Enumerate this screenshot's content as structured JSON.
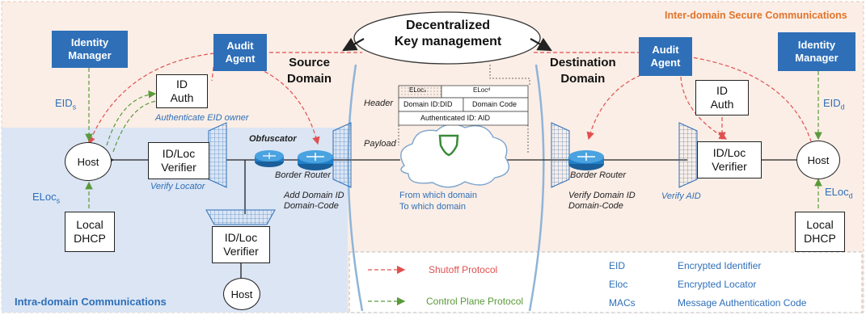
{
  "title_inter": "Inter-domain Secure Communications",
  "title_intra": "Intra-domain Communications",
  "key_mgmt": {
    "line1": "Decentralized",
    "line2": "Key management"
  },
  "source_domain": {
    "line1": "Source",
    "line2": "Domain"
  },
  "dest_domain": {
    "line1": "Destination",
    "line2": "Domain"
  },
  "identity_manager": {
    "line1": "Identity",
    "line2": "Manager"
  },
  "audit_agent": {
    "line1": "Audit",
    "line2": "Agent"
  },
  "id_auth": {
    "line1": "ID",
    "line2": "Auth"
  },
  "verifier": {
    "line1": "ID/Loc",
    "line2": "Verifier"
  },
  "host": "Host",
  "local_dhcp": {
    "line1": "Local",
    "line2": "DHCP"
  },
  "eid_s": {
    "main": "EID",
    "sub": "s"
  },
  "eid_d": {
    "main": "EID",
    "sub": "d"
  },
  "eloc_s": {
    "main": "ELoc",
    "sub": "s"
  },
  "eloc_d": {
    "main": "ELoc",
    "sub": "d"
  },
  "notes": {
    "authenticate": "Authenticate EID owner",
    "verify_locator": "Verify Locator",
    "obfuscator": "Obfuscator",
    "border_router": "Border Router",
    "add_domain_1": "Add Domain ID",
    "add_domain_2": "Domain-Code",
    "verify_domain_1": "Verify Domain ID",
    "verify_domain_2": "Domain-Code",
    "verify_aid": "Verify AID",
    "from_domain": "From which domain",
    "to_domain": "To which domain"
  },
  "packet": {
    "header_label": "Header",
    "payload_label": "Payload",
    "eloc_s": "ELocₛ",
    "eloc_d": "ELocᵈ",
    "domain_id": "Domain ID:DID",
    "domain_code": "Domain Code",
    "auth_id": "Authenticated ID: AID"
  },
  "legend": {
    "shutoff": "Shutoff Protocol",
    "control": "Control Plane Protocol",
    "abbr": [
      {
        "key": "EID",
        "value": "Encrypted Identifier"
      },
      {
        "key": "Eloc",
        "value": "Encrypted Locator"
      },
      {
        "key": "MACs",
        "value": "Message Authentication Code"
      }
    ]
  },
  "colors": {
    "inter_bg": "#fbeee6",
    "intra_bg": "#dbe5f4",
    "accent_blue": "#2e6fb8",
    "shutoff_red": "#e05050",
    "control_green": "#5a9a3a",
    "title_orange": "#e2742c",
    "router": "#1f7fc8"
  }
}
